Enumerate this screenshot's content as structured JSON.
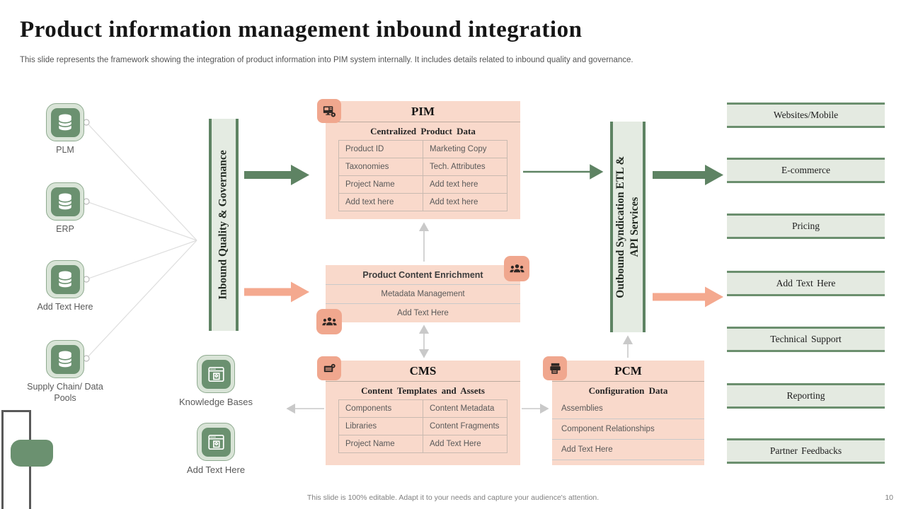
{
  "slide": {
    "title": "Product information management inbound integration",
    "subtitle": "This slide represents the framework showing the integration of product information into PIM system internally. It includes details related to inbound quality and governance.",
    "footer": "This slide is 100% editable. Adapt it to your needs and capture your audience's attention.",
    "page_number": "10"
  },
  "colors": {
    "peach_fill": "#f9d9cb",
    "peach_accent": "#f0a78e",
    "green_dark": "#5e8363",
    "green_icon": "#6b9170",
    "green_ring": "#d9e4d7",
    "bar_fill": "#e4ebe2",
    "output_fill": "#e4eae1",
    "connector_gray": "#c9c9c9",
    "text_dark": "#141414",
    "text_gray": "#595959"
  },
  "icons": {
    "sources": "database-icon",
    "pim": "computer-gear-icon",
    "enrichment": "team-icon",
    "cms": "cms-gear-icon",
    "pcm": "printer-icon",
    "knowledge": "browser-document-icon"
  },
  "sources": [
    {
      "label": "PLM"
    },
    {
      "label": "ERP"
    },
    {
      "label": "Add Text Here"
    },
    {
      "label": "Supply Chain/ Data Pools"
    }
  ],
  "inbound_bar": {
    "label": "Inbound Quality & Governance"
  },
  "outbound_bar": {
    "label_line1": "Outbound Syndication ETL &",
    "label_line2": "API Services"
  },
  "pim": {
    "title": "PIM",
    "subtitle": "Centralized Product Data",
    "table": [
      [
        "Product ID",
        "Marketing Copy"
      ],
      [
        "Taxonomies",
        "Tech. Attributes"
      ],
      [
        "Project Name",
        "Add text here"
      ],
      [
        "Add text here",
        "Add text here"
      ]
    ]
  },
  "enrichment": {
    "title": "Product Content Enrichment",
    "rows": [
      "Metadata Management",
      "Add Text Here"
    ]
  },
  "cms": {
    "title": "CMS",
    "subtitle": "Content Templates and Assets",
    "table": [
      [
        "Components",
        "Content Metadata"
      ],
      [
        "Libraries",
        "Content Fragments"
      ],
      [
        "Project Name",
        "Add Text Here"
      ]
    ]
  },
  "pcm": {
    "title": "PCM",
    "subtitle": "Configuration Data",
    "rows": [
      "Assemblies",
      "Component Relationships",
      "Add Text Here"
    ]
  },
  "knowledge": [
    {
      "label": "Knowledge Bases"
    },
    {
      "label": "Add Text Here"
    }
  ],
  "outputs": [
    "Websites/Mobile",
    "E-commerce",
    "Pricing",
    "Add Text Here",
    "Technical Support",
    "Reporting",
    "Partner Feedbacks"
  ]
}
